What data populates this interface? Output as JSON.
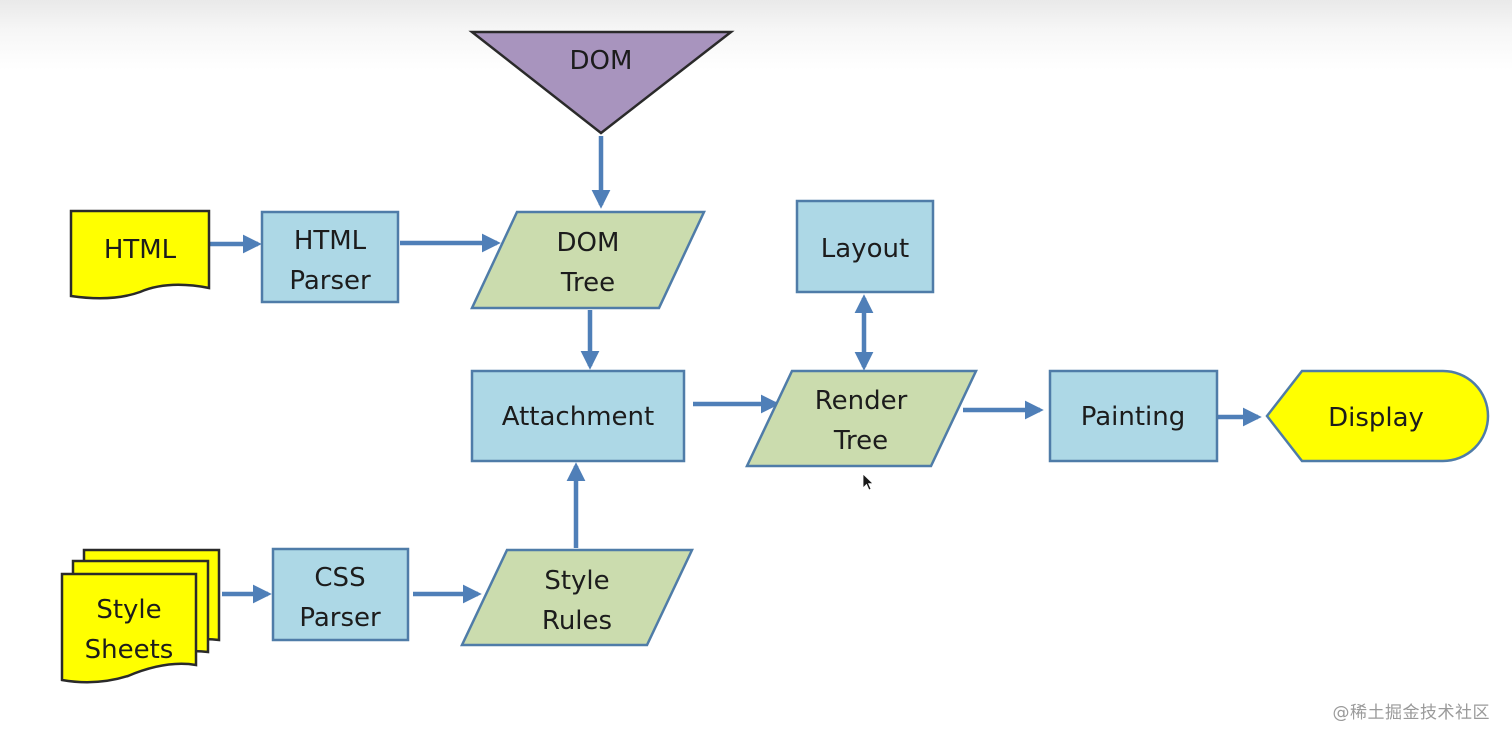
{
  "colors": {
    "process_fill": "#add8e6",
    "process_stroke": "#4f7ca8",
    "data_fill": "#cbdcae",
    "data_stroke": "#4f7ca8",
    "input_fill": "#ffff00",
    "input_stroke": "#2a2a2a",
    "dom_fill": "#a894be",
    "arrow": "#4f7fb8",
    "text": "#1c1c1c"
  },
  "nodes": {
    "dom": {
      "line1": "DOM"
    },
    "html_doc": {
      "line1": "HTML"
    },
    "html_parser": {
      "line1": "HTML",
      "line2": "Parser"
    },
    "dom_tree": {
      "line1": "DOM",
      "line2": "Tree"
    },
    "layout": {
      "line1": "Layout"
    },
    "attachment": {
      "line1": "Attachment"
    },
    "render_tree": {
      "line1": "Render",
      "line2": "Tree"
    },
    "painting": {
      "line1": "Painting"
    },
    "display": {
      "line1": "Display"
    },
    "style_sheets": {
      "line1": "Style",
      "line2": "Sheets"
    },
    "css_parser": {
      "line1": "CSS",
      "line2": "Parser"
    },
    "style_rules": {
      "line1": "Style",
      "line2": "Rules"
    }
  },
  "edges": [
    {
      "from": "dom",
      "to": "dom_tree"
    },
    {
      "from": "html_doc",
      "to": "html_parser"
    },
    {
      "from": "html_parser",
      "to": "dom_tree"
    },
    {
      "from": "dom_tree",
      "to": "attachment"
    },
    {
      "from": "style_rules",
      "to": "attachment"
    },
    {
      "from": "attachment",
      "to": "render_tree"
    },
    {
      "from": "render_tree",
      "to": "layout",
      "bidirectional": true
    },
    {
      "from": "render_tree",
      "to": "painting"
    },
    {
      "from": "painting",
      "to": "display"
    },
    {
      "from": "style_sheets",
      "to": "css_parser"
    },
    {
      "from": "css_parser",
      "to": "style_rules"
    }
  ],
  "watermark": "@稀土掘金技术社区"
}
